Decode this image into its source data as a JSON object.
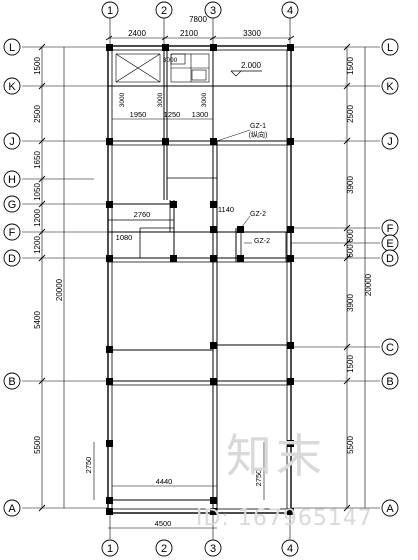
{
  "column_axes": {
    "top": [
      "1",
      "2",
      "3",
      "4"
    ],
    "bottom": [
      "1",
      "2",
      "3",
      "4"
    ]
  },
  "row_axes": {
    "left": [
      "L",
      "K",
      "J",
      "H",
      "G",
      "F",
      "D",
      "B",
      "A"
    ],
    "right": [
      "L",
      "K",
      "J",
      "F",
      "E",
      "D",
      "C",
      "B",
      "A"
    ]
  },
  "top_dims": {
    "overall": "7800",
    "segments": [
      "2400",
      "2100",
      "3300"
    ]
  },
  "left_dims": {
    "overall": "20000",
    "segments": [
      "1500",
      "2500",
      "1650",
      "1050",
      "1200",
      "1200",
      "5400",
      "5500"
    ]
  },
  "right_dims": {
    "overall": "20000",
    "segments": [
      "1500",
      "2500",
      "3900",
      "600",
      "600",
      "3900",
      "1500",
      "5500"
    ]
  },
  "inner_dims": {
    "row_k": [
      "1950",
      "1250",
      "1300"
    ],
    "g_left": "2760",
    "f_left": "1080",
    "mid": "1140",
    "bottom_inner": "4440",
    "bottom_outer": "4500",
    "left_2750": "2750",
    "right_2750": "2750",
    "level": "2.000",
    "vert_a": "3000",
    "vert_b": "3000",
    "vert_c": "3000",
    "vert_d": "3000"
  },
  "beam_labels": {
    "gz1": "GZ-1",
    "gz1_note": "(纵向)",
    "gz2a": "GZ-2",
    "gz2b": "GZ-2"
  },
  "watermark": {
    "logo": "知末",
    "id": "ID: 167965147"
  }
}
